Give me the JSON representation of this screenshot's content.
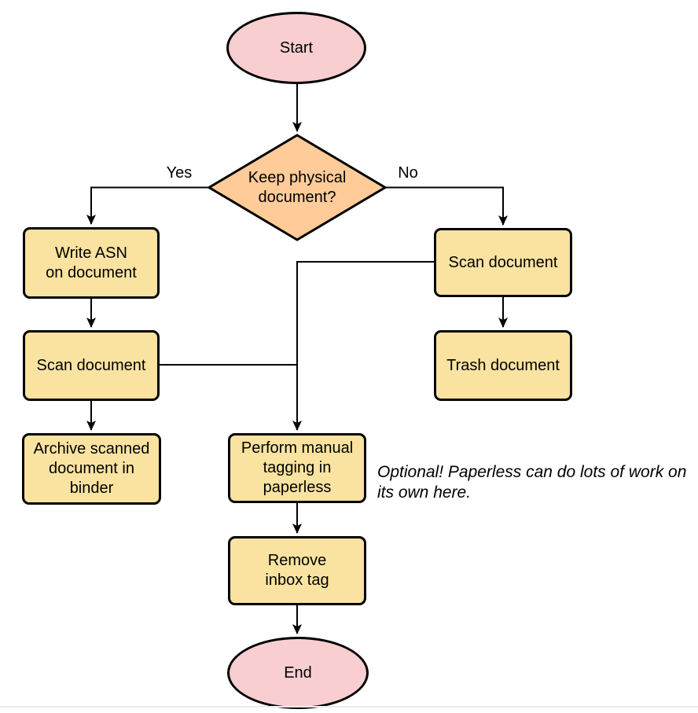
{
  "diagram": {
    "type": "flowchart",
    "colors": {
      "process_fill": "#FAE3A0",
      "decision_fill": "#FFCC99",
      "terminal_fill": "#F8CED0",
      "stroke": "#000000",
      "edge": "#000000",
      "background": "#ffffff"
    },
    "nodes": {
      "start": {
        "label": "Start",
        "shape": "ellipse"
      },
      "decision": {
        "lines": [
          "Keep physical",
          "document?"
        ],
        "shape": "diamond"
      },
      "write_asn": {
        "lines": [
          "Write ASN",
          "on document"
        ],
        "shape": "rounded-rect"
      },
      "scan_left": {
        "label": "Scan document",
        "shape": "rounded-rect"
      },
      "archive": {
        "lines": [
          "Archive scanned",
          "document in",
          "binder"
        ],
        "shape": "rounded-rect"
      },
      "scan_right": {
        "label": "Scan document",
        "shape": "rounded-rect"
      },
      "trash": {
        "label": "Trash document",
        "shape": "rounded-rect"
      },
      "tagging": {
        "lines": [
          "Perform manual",
          "tagging in",
          "paperless"
        ],
        "shape": "rounded-rect"
      },
      "remove_inbox": {
        "lines": [
          "Remove",
          "inbox tag"
        ],
        "shape": "rounded-rect"
      },
      "end": {
        "label": "End",
        "shape": "ellipse"
      }
    },
    "edge_labels": {
      "yes": "Yes",
      "no": "No"
    },
    "annotation": {
      "lines": [
        "Optional! Paperless can do lots of work on",
        "its own here."
      ]
    },
    "edges": [
      "start -> decision",
      "decision -Yes-> write_asn",
      "decision -No-> scan_right",
      "write_asn -> scan_left",
      "scan_left -> archive",
      "scan_left -> tagging",
      "scan_right -> trash",
      "scan_right -> tagging",
      "tagging -> remove_inbox",
      "remove_inbox -> end"
    ]
  }
}
